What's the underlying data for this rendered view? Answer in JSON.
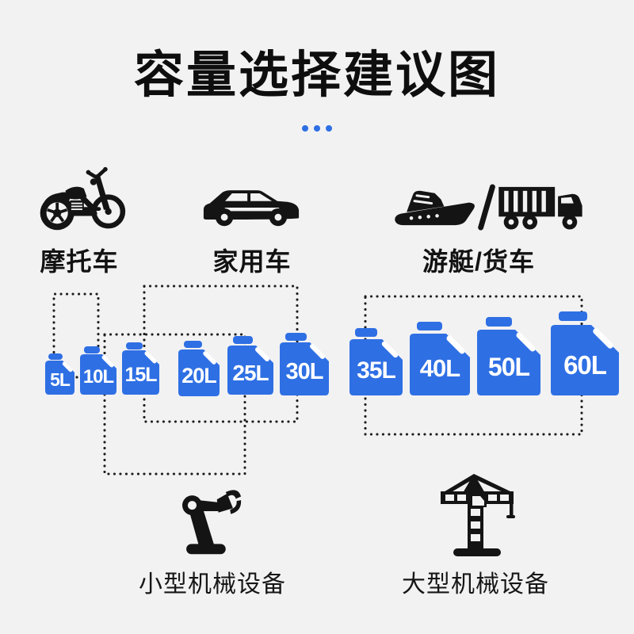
{
  "colors": {
    "background": "#f2f2f3",
    "accent_blue": "#2e6fe4",
    "ink": "#141414",
    "can_text": "#ffffff",
    "connector": "#1d1d1d"
  },
  "header": {
    "title": "容量选择建议图",
    "decoration_dot_count": 3
  },
  "vehicle_groups": [
    {
      "label": "摩托车",
      "icon": "motorcycle-icon",
      "capacities": [
        "5L",
        "10L"
      ]
    },
    {
      "label": "家用车",
      "icon": "family-car-icon",
      "capacities": [
        "15L",
        "20L",
        "25L",
        "30L"
      ]
    },
    {
      "label": "游艇/货车",
      "icon": "yacht-truck-icon",
      "capacities": [
        "35L",
        "40L",
        "50L",
        "60L"
      ]
    }
  ],
  "machine_groups": [
    {
      "label": "小型机械设备",
      "icon": "robot-arm-icon",
      "capacities": [
        "15L",
        "20L",
        "25L"
      ]
    },
    {
      "label": "大型机械设备",
      "icon": "tower-crane-icon",
      "capacities": [
        "35L",
        "40L",
        "50L",
        "60L"
      ]
    }
  ],
  "cans": [
    {
      "label": "5L"
    },
    {
      "label": "10L"
    },
    {
      "label": "15L"
    },
    {
      "label": "20L"
    },
    {
      "label": "25L"
    },
    {
      "label": "30L"
    },
    {
      "label": "35L"
    },
    {
      "label": "40L"
    },
    {
      "label": "50L"
    },
    {
      "label": "60L"
    }
  ]
}
